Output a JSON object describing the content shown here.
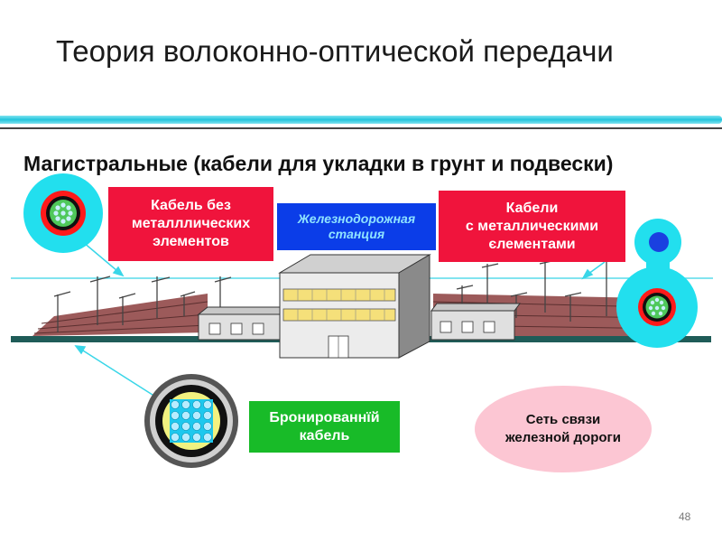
{
  "title": "Теория волоконно-оптической передачи",
  "subtitle": "Магистральные (кабели для укладки в грунт и подвески)",
  "labels": {
    "cable_no_metal": [
      "Кабель без",
      "металллических",
      "элементов"
    ],
    "cable_with_metal": [
      "Кабели",
      "с металлическими",
      "єлементами"
    ],
    "station": [
      "Железнодорожная",
      "станция"
    ],
    "armored": [
      "Бронированнїй",
      "кабель"
    ],
    "network": [
      "Сеть связи",
      "железной дороги"
    ]
  },
  "page_number": "48",
  "colors": {
    "label_red": "#f0143c",
    "label_blue": "#0b3de8",
    "label_green": "#18bb28",
    "oval_pink": "#fcc6d3",
    "cable_cyan": "#22dfee",
    "accent_rule": "#22c4dc"
  }
}
